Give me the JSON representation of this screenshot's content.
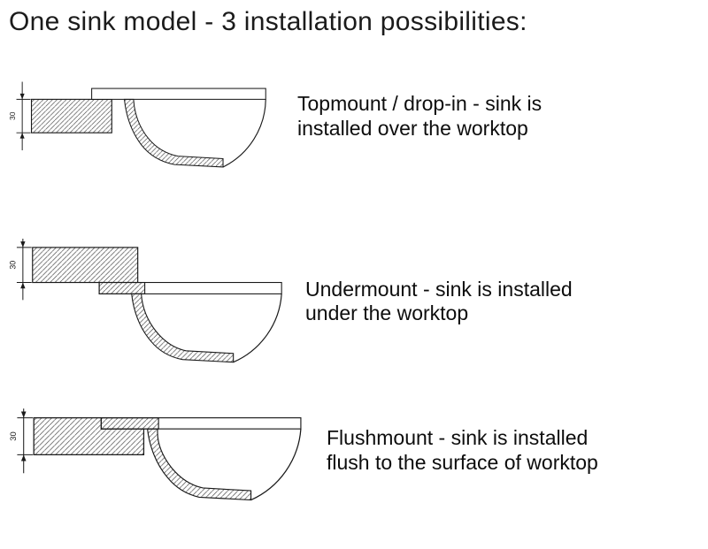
{
  "page": {
    "title": "One sink model - 3 installation possibilities:",
    "background": "#ffffff",
    "line_color": "#1a1a1a",
    "hatch_color": "#4a4a4a"
  },
  "sections": [
    {
      "id": "topmount",
      "dimension": "30",
      "description_lines": [
        "Topmount / drop-in - sink is",
        "installed over the worktop"
      ]
    },
    {
      "id": "undermount",
      "dimension": "30",
      "description_lines": [
        "Undermount - sink is installed",
        "under the worktop"
      ]
    },
    {
      "id": "flushmount",
      "dimension": "30",
      "description_lines": [
        "Flushmount - sink is installed",
        "flush to the surface of worktop"
      ]
    }
  ]
}
